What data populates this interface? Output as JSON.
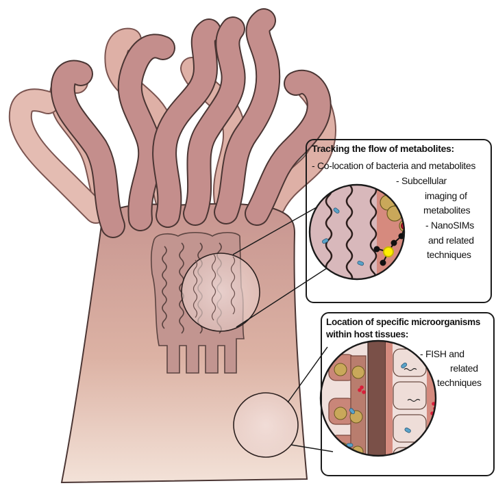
{
  "panel_top": {
    "title": "Tracking the flow of metabolites:",
    "bullet1": "- Co-location of bacteria and metabolites",
    "bullet2_line1": "- Subcellular",
    "bullet2_line2": "imaging of",
    "bullet2_line3": "metabolites",
    "bullet3_line1": "- NanoSIMs",
    "bullet3_line2": "and related",
    "bullet3_line3": "techniques"
  },
  "panel_bottom": {
    "title_line1": "Location of specific microorganisms",
    "title_line2": "within host tissues:",
    "bullet1_line1": "- FISH and",
    "bullet1_line2": "related",
    "bullet1_line3": "techniques"
  },
  "colors": {
    "body": "#c99a92",
    "tentacle_front": "#c48e8c",
    "tentacle_back": "#deb0a6",
    "outline": "#4a3533",
    "metabolite_yellow": "#ffee00",
    "metabolite_red": "#d81f3a",
    "bacteria_blue": "#5aa3c9"
  }
}
